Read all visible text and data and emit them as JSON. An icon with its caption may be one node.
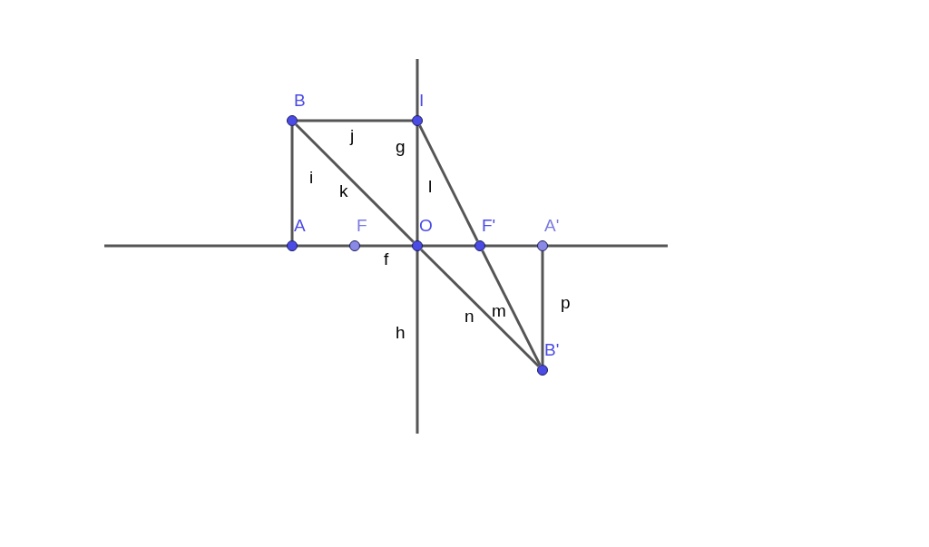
{
  "diagram": {
    "nodes": [
      {
        "text": [
          "B"
        ]
      },
      {
        "text": [
          "I"
        ]
      },
      {
        "text": [
          "A"
        ]
      },
      {
        "text": [
          "F"
        ]
      },
      {
        "text": [
          "O"
        ]
      },
      {
        "text": [
          "F'"
        ]
      },
      {
        "text": [
          "A'"
        ]
      },
      {
        "text": [
          "B'"
        ]
      }
    ],
    "edges": [
      {
        "from": 0,
        "to": 1,
        "arrow": "none",
        "label": "j"
      },
      {
        "from": 0,
        "to": 2,
        "arrow": "none",
        "label": "i"
      },
      {
        "from": 0,
        "to": 4,
        "arrow": "none",
        "label": "k"
      },
      {
        "from": 1,
        "to": 5,
        "arrow": "none",
        "label": "l"
      },
      {
        "from": 4,
        "to": 7,
        "arrow": "none",
        "label": "n"
      },
      {
        "from": 5,
        "to": 7,
        "arrow": "none",
        "label": "m"
      },
      {
        "from": 6,
        "to": 7,
        "arrow": "none",
        "label": "p"
      }
    ],
    "labels": [
      "g",
      "f",
      "h"
    ]
  }
}
